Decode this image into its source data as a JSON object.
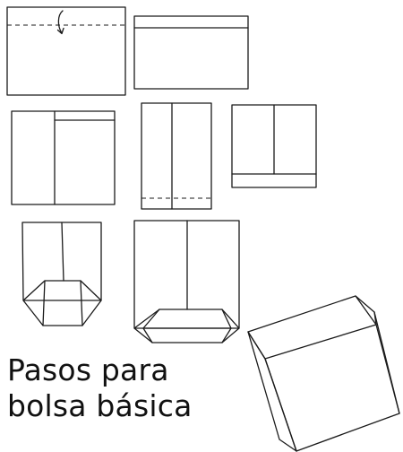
{
  "title": {
    "line1": "Pasos para",
    "line2": "bolsa básica"
  },
  "colors": {
    "ink": "#1a1a1a",
    "background": "#ffffff"
  },
  "steps": [
    {
      "name": "step-1-fold-top-edge-down",
      "icon": "curved-arrow-down-icon"
    },
    {
      "name": "step-2-folded-strip"
    },
    {
      "name": "step-3-fold-into-thirds"
    },
    {
      "name": "step-4-tube-with-bottom-fold-line"
    },
    {
      "name": "step-5-fold-bottom-up"
    },
    {
      "name": "step-6-open-bottom-flaps"
    },
    {
      "name": "step-7-closed-flat-bottom"
    },
    {
      "name": "step-8-finished-bag"
    }
  ]
}
